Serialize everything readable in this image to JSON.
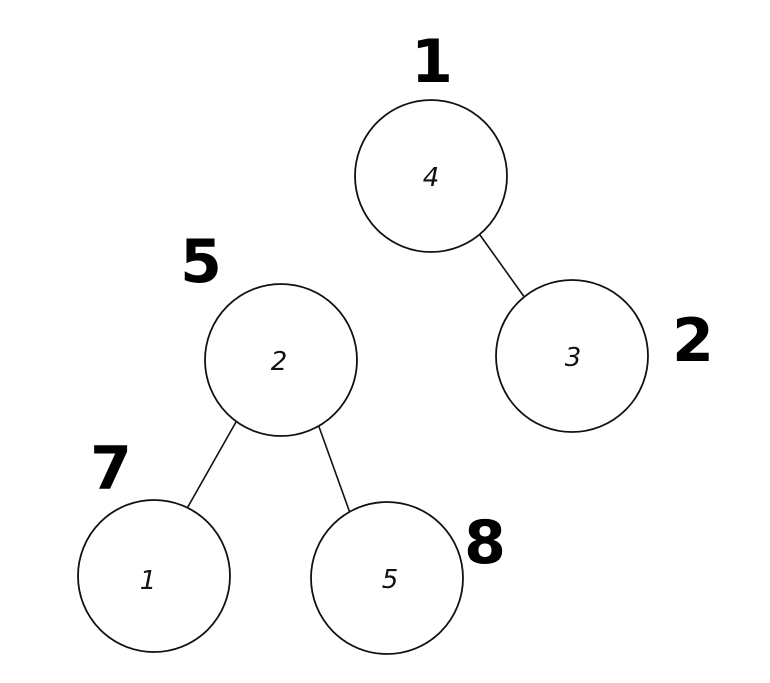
{
  "diagram": {
    "type": "tree-forest",
    "nodes": [
      {
        "id": "n4",
        "key": "4",
        "label": "1"
      },
      {
        "id": "n3",
        "key": "3",
        "label": "2"
      },
      {
        "id": "n2",
        "key": "2",
        "label": "5"
      },
      {
        "id": "n1",
        "key": "1",
        "label": "7"
      },
      {
        "id": "n5",
        "key": "5",
        "label": "8"
      }
    ],
    "edges": [
      {
        "from": "n4",
        "to": "n3"
      },
      {
        "from": "n2",
        "to": "n1"
      },
      {
        "from": "n2",
        "to": "n5"
      }
    ]
  }
}
